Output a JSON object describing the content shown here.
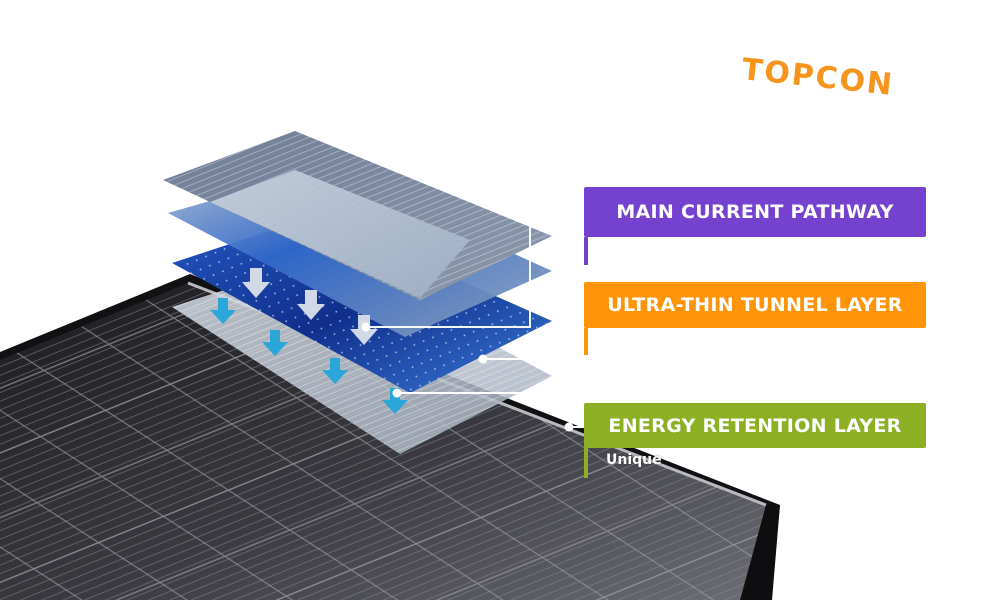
{
  "brand": {
    "title": "TOPCON",
    "color": "#f7941d"
  },
  "labels": [
    {
      "text": "MAIN CURRENT PATHWAY",
      "color": "#7442cf"
    },
    {
      "text": "ULTRA-THIN TUNNEL LAYER",
      "color": "#ff9408"
    },
    {
      "text": "ENERGY RETENTION LAYER",
      "color": "#8caf24",
      "subtext": "Unique"
    }
  ],
  "illustration": {
    "subject": "exploded-solar-panel-layers",
    "layer_count": 4,
    "arrow_icons": [
      "arrow-down-white",
      "arrow-down-cyan"
    ]
  }
}
